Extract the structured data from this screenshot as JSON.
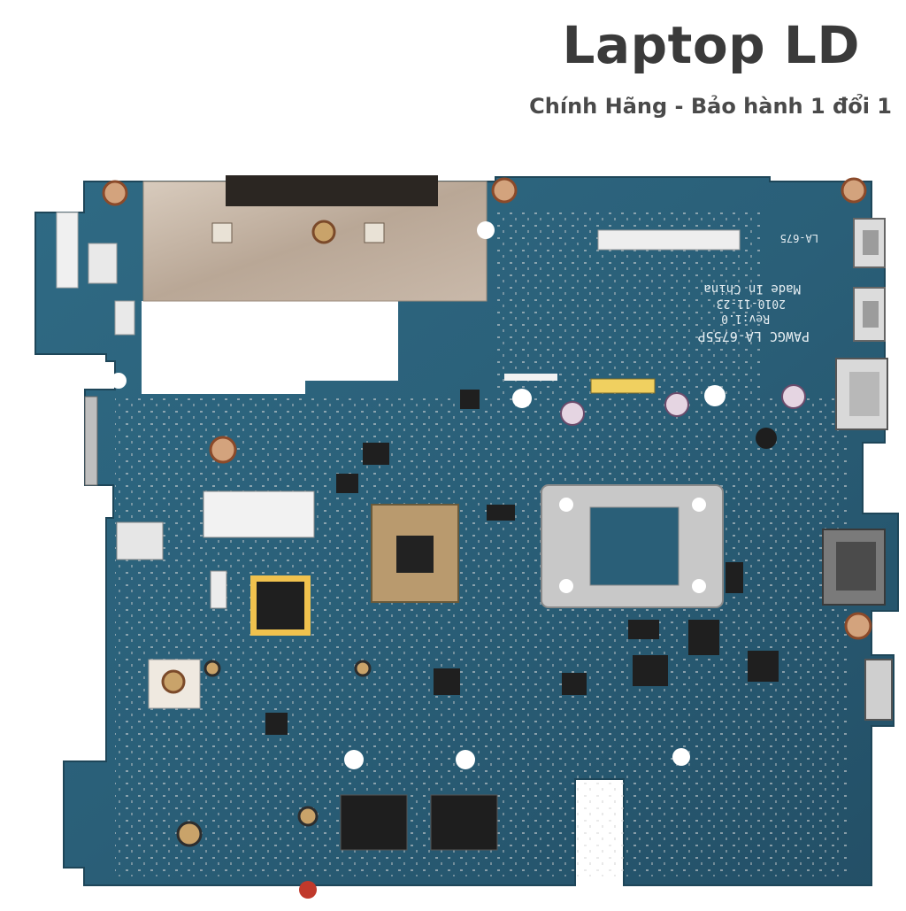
{
  "brand": {
    "title": "Laptop LD",
    "subtitle": "Chính Hãng - Bảo hành 1 đổi 1"
  },
  "board": {
    "silkscreen": {
      "model_code": "PAWGC LA-6755P",
      "revision": "Rev:1.0",
      "date": "2010-11-23",
      "origin": "Made In China",
      "corner_label": "LA-675"
    },
    "colors": {
      "pcb": "#2b5f78",
      "pcb_dark": "#1f4b60",
      "shield": "#c7b7a6",
      "gold": "#c9a36a",
      "bracket": "#b9b9b9",
      "connector": "#e8e8e8"
    },
    "icons": [
      "chipset-icon",
      "cpu-socket-icon",
      "usb-port-icon",
      "hdmi-port-icon",
      "vga-port-icon",
      "ethernet-port-icon",
      "mounting-hole-icon",
      "capacitor-icon",
      "ram-chip-icon"
    ]
  }
}
